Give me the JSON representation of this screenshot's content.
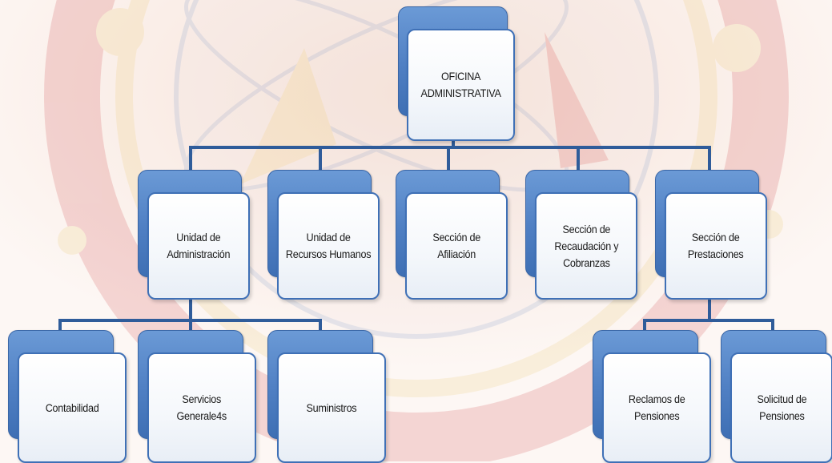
{
  "colors": {
    "connector": "#2f5c9a",
    "box_border": "#3f70b6",
    "box_back": "#4f7fc3",
    "watermark_red": "#c8282e",
    "watermark_gold": "#e8c45c",
    "watermark_blue": "#6d8cc3"
  },
  "nodes": {
    "oficina": "OFICINA\nADMINISTRATIVA",
    "unidad_admin": "Unidad de\nAdministración",
    "unidad_rrhh": "Unidad de\nRecursos Humanos",
    "seccion_afiliacion": "Sección de\nAfiliación",
    "seccion_recaudacion": "Sección de\nRecaudación y\nCobranzas",
    "seccion_prestaciones": "Sección de\nPrestaciones",
    "contabilidad": "Contabilidad",
    "servicios": "Servicios\nGenerale4s",
    "suministros": "Suministros",
    "reclamos": "Reclamos de\nPensiones",
    "solicitud": "Solicitud de\nPensiones"
  }
}
